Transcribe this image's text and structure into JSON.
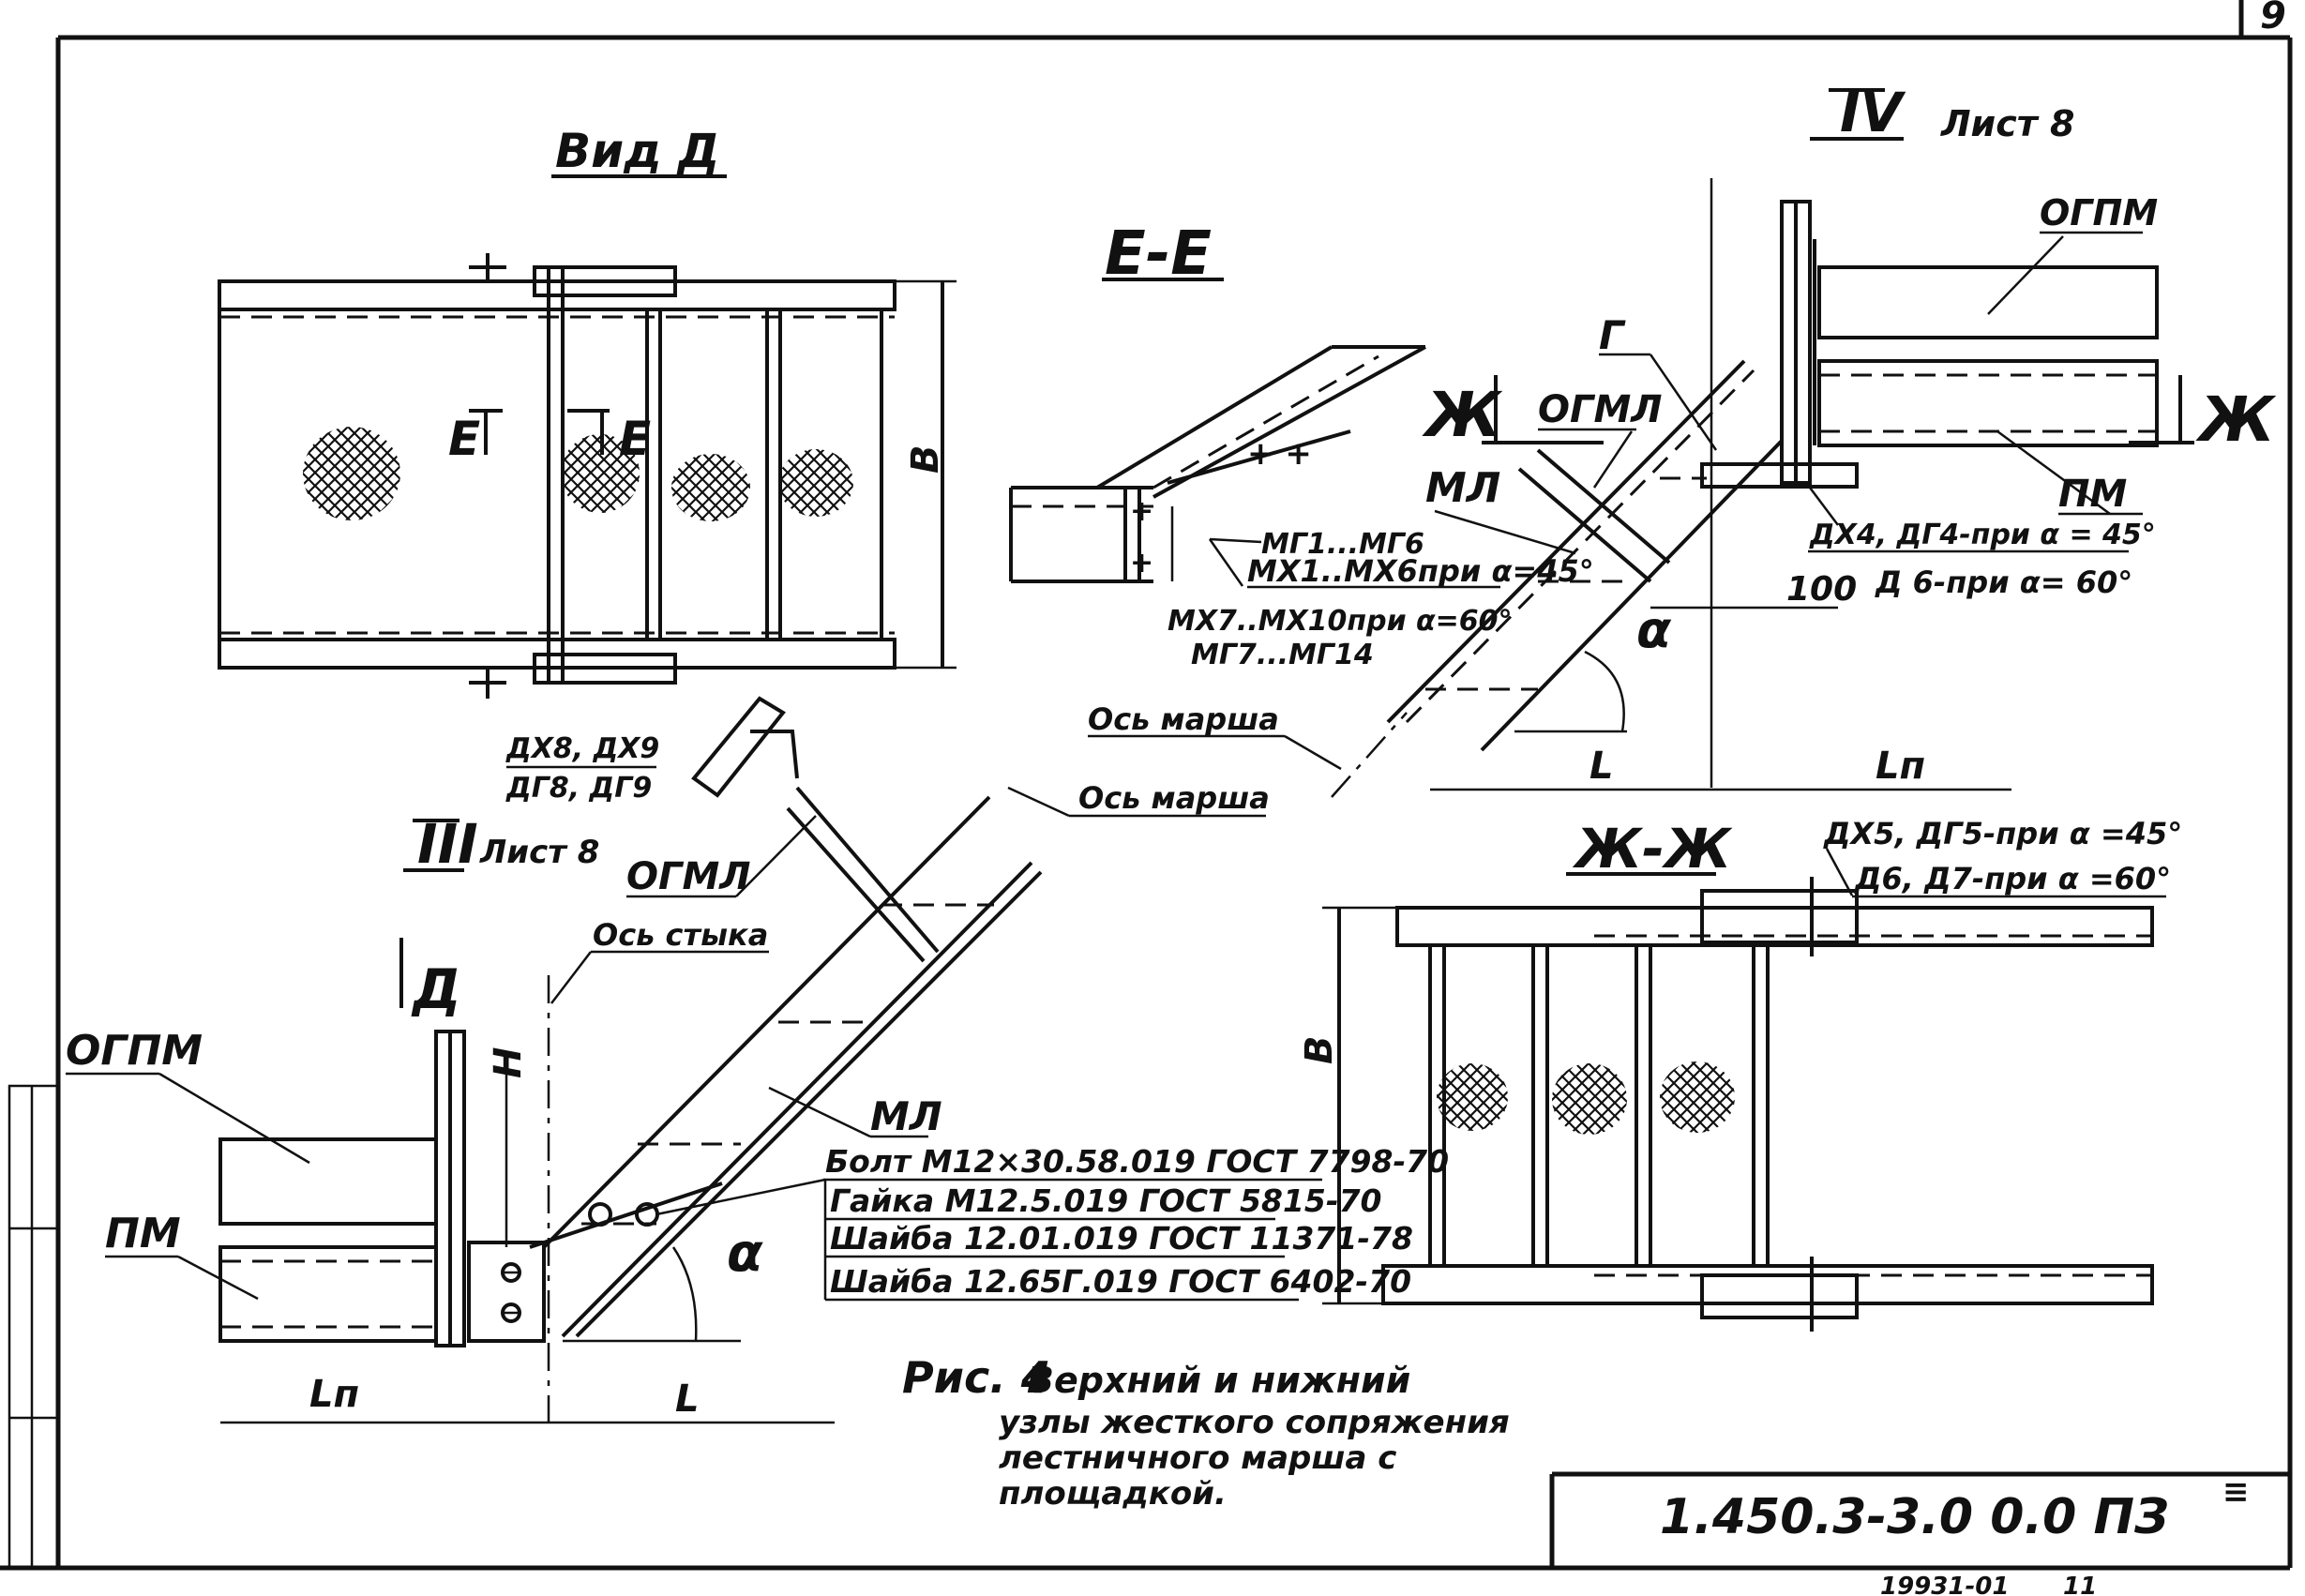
{
  "sheet": {
    "page_number": "9",
    "doc_code": "1.450.3-3.0  0.0 ПЗ",
    "archive_number": "19931-01",
    "archive_suffix": "11",
    "stamp": "≡"
  },
  "views": {
    "vid_d": {
      "title": "Вид Д",
      "section_left": "Е",
      "section_right": "Е",
      "dim_b": "В"
    },
    "section_ee": {
      "title": "Е-Е",
      "label_mg1": "МГ1...МГ6",
      "label_mx1": "МХ1..МХ6при α=45°",
      "label_mx7": "МХ7..МХ10при α=60°",
      "label_mg7": "МГ7...МГ14"
    },
    "node_iv": {
      "title": "IV",
      "sheet_ref": "Лист 8",
      "ogpm": "ОГПМ",
      "pm": "ПМ",
      "zh_left": "Ж",
      "zh_right": "Ж",
      "ogml": "ОГМЛ",
      "ml": "МЛ",
      "g": "Г",
      "dim_100": "100",
      "note_45": "ДХ4, ДГ4-при α = 45°",
      "note_60": "Д 6-при α= 60°",
      "alpha": "α",
      "dim_l": "L",
      "dim_ln": "Lп",
      "axis": "Ось марша"
    },
    "node_iii": {
      "title": "III",
      "sheet_ref": "Лист 8",
      "dx8": "ДХ8, ДХ9",
      "dg8": "ДГ8, ДГ9",
      "ogml": "ОГМЛ",
      "axis_march": "Ось марша",
      "axis_joint": "Ось стыка",
      "view_d": "Д",
      "dim_h": "Н",
      "ogpm": "ОГПМ",
      "pm": "ПМ",
      "ml": "МЛ",
      "alpha": "α",
      "dim_ln": "Lп",
      "dim_l": "L",
      "fasteners": [
        "Болт  М12×30.58.019 ГОСТ 7798-70",
        "Гайка М12.5.019 ГОСТ 5815-70",
        "Шайба 12.01.019 ГОСТ 11371-78",
        "Шайба 12.65Г.019 ГОСТ 6402-70"
      ]
    },
    "section_zhzh": {
      "title": "Ж-Ж",
      "note_45": "ДХ5, ДГ5-при α =45°",
      "note_60": "Д6, Д7-при α =60°",
      "dim_b": "В"
    }
  },
  "caption": {
    "prefix": "Рис. 4",
    "line1": "Верхний и нижний",
    "line2": "узлы жесткого сопряжения",
    "line3": "лестничного марша с",
    "line4": "площадкой."
  }
}
